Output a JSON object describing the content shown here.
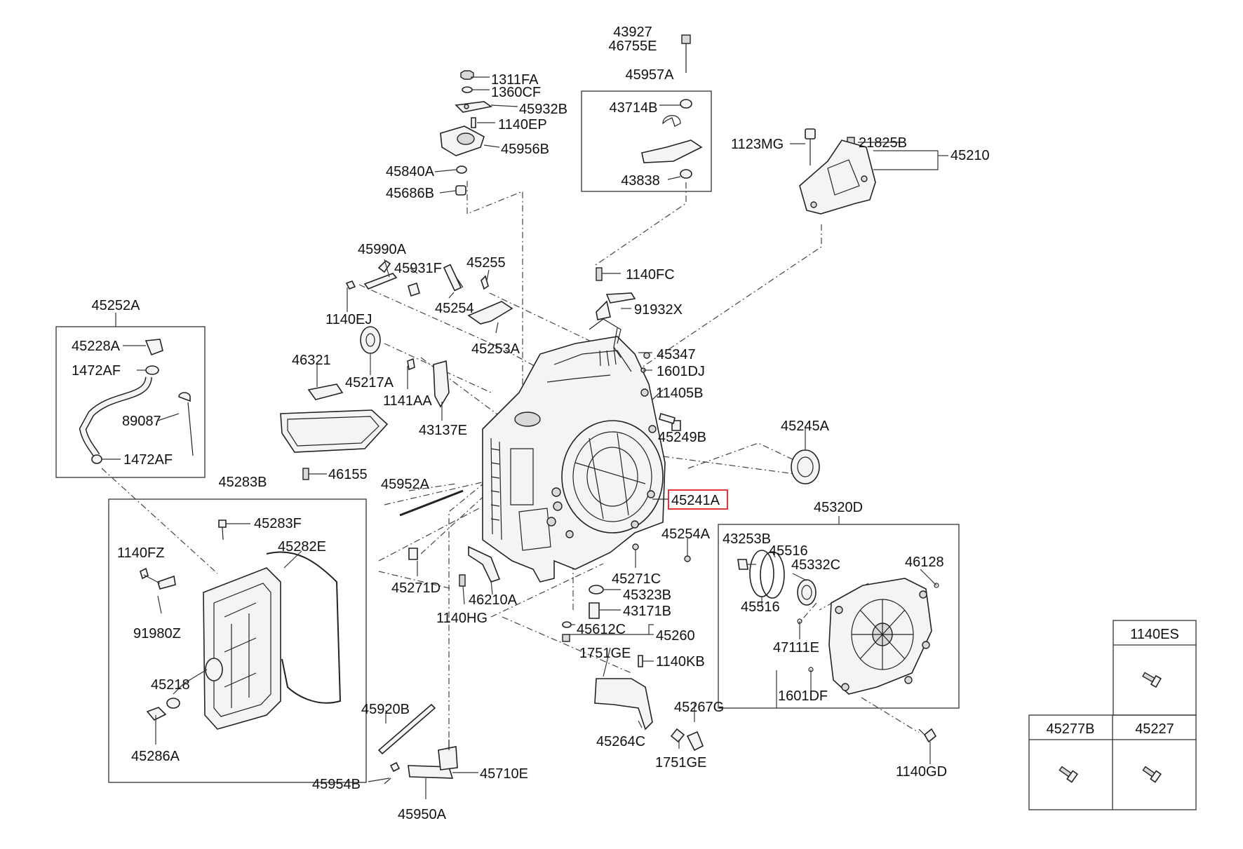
{
  "callouts": {
    "c43927": "43927",
    "c46755E": "46755E",
    "c45957A": "45957A",
    "c43714B": "43714B",
    "c43838": "43838",
    "c1311FA": "1311FA",
    "c1360CF": "1360CF",
    "c45932B": "45932B",
    "c1140EP": "1140EP",
    "c45956B": "45956B",
    "c45840A": "45840A",
    "c45686B": "45686B",
    "c1123MG": "1123MG",
    "c21825B": "21825B",
    "c45210": "45210",
    "c45990A": "45990A",
    "c45931F": "45931F",
    "c45255": "45255",
    "c45254": "45254",
    "c1140EJ": "1140EJ",
    "c45253A": "45253A",
    "c1140FC": "1140FC",
    "c91932X": "91932X",
    "c45252A": "45252A",
    "c45228A": "45228A",
    "c1472AF_a": "1472AF",
    "c89087": "89087",
    "c1472AF_b": "1472AF",
    "c46321": "46321",
    "c45217A": "45217A",
    "c1141AA": "1141AA",
    "c43137E": "43137E",
    "c45347": "45347",
    "c1601DJ": "1601DJ",
    "c11405B": "11405B",
    "c45249B": "45249B",
    "c45245A": "45245A",
    "c46155": "46155",
    "c45952A": "45952A",
    "c45241A": "45241A",
    "c45283B": "45283B",
    "c45283F": "45283F",
    "c45282E": "45282E",
    "c1140FZ": "1140FZ",
    "c91980Z": "91980Z",
    "c45218": "45218",
    "c45286A": "45286A",
    "c45271D": "45271D",
    "c46210A": "46210A",
    "c1140HG": "1140HG",
    "c45271C": "45271C",
    "c45254A": "45254A",
    "c45323B": "45323B",
    "c43171B": "43171B",
    "c45612C": "45612C",
    "c45260": "45260",
    "c1751GE_a": "1751GE",
    "c1140KB": "1140KB",
    "c45267G": "45267G",
    "c45264C": "45264C",
    "c1751GE_b": "1751GE",
    "c45920B": "45920B",
    "c45954B": "45954B",
    "c45710E": "45710E",
    "c45950A": "45950A",
    "c45320D": "45320D",
    "c43253B": "43253B",
    "c45516_a": "45516",
    "c45332C": "45332C",
    "c46128": "46128",
    "c45516_b": "45516",
    "c47111E": "47111E",
    "c1601DF": "1601DF",
    "c1140GD": "1140GD"
  },
  "fastener_table": {
    "top_header": "1140ES",
    "bottom_left_header": "45277B",
    "bottom_right_header": "45227"
  },
  "highlight": {
    "part_number": "45241A",
    "color": "#e02020"
  },
  "colors": {
    "line": "#222222",
    "background": "#ffffff"
  }
}
